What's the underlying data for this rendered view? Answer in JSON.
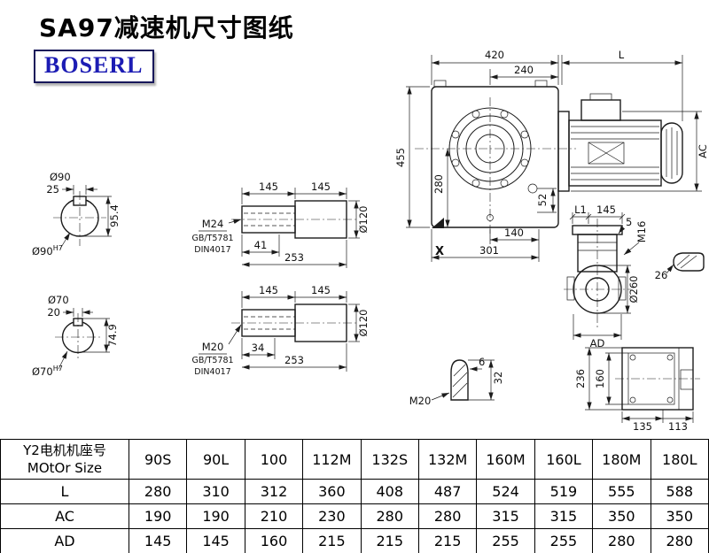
{
  "page": {
    "title": "SA97减速机尺寸图纸",
    "logo": "BOSERL"
  },
  "dims": {
    "main": {
      "w420": "420",
      "L": "L",
      "w240": "240",
      "h455": "455",
      "h280": "280",
      "h52": "52",
      "w140": "140",
      "w301": "301",
      "x": "X",
      "ac": "AC"
    },
    "flange": {
      "l1": "L1",
      "w145": "145",
      "t5": "5",
      "m16": "M16",
      "d260": "Ø260",
      "w26": "26",
      "ad": "AD"
    },
    "rear": {
      "h236": "236",
      "h160": "160",
      "w135": "135",
      "w113": "113"
    },
    "plug": {
      "m20": "M20",
      "r6": "6",
      "h32": "32"
    },
    "sec90": {
      "dia": "Ø90",
      "key": "25",
      "over": "95.4",
      "fit": "Ø90",
      "fit_tol": "H7"
    },
    "sec70": {
      "dia": "Ø70",
      "key": "20",
      "over": "74.9",
      "fit": "Ø70",
      "fit_tol": "H7"
    },
    "shaft1": {
      "l145a": "145",
      "l145b": "145",
      "dia": "Ø120",
      "thread": "M24",
      "std1": "GB/T5781",
      "std2": "DIN4017",
      "depth": "41",
      "total": "253"
    },
    "shaft2": {
      "l145a": "145",
      "l145b": "145",
      "dia": "Ø120",
      "thread": "M20",
      "std1": "GB/T5781",
      "std2": "DIN4017",
      "depth": "34",
      "total": "253"
    }
  },
  "table": {
    "header": {
      "line1": "Y2电机机座号",
      "line2": "MOtOr Size"
    },
    "columns": [
      "90S",
      "90L",
      "100",
      "112M",
      "132S",
      "132M",
      "160M",
      "160L",
      "180M",
      "180L"
    ],
    "rows": [
      {
        "label": "L",
        "values": [
          "280",
          "310",
          "312",
          "360",
          "408",
          "487",
          "524",
          "519",
          "555",
          "588"
        ]
      },
      {
        "label": "AC",
        "values": [
          "190",
          "190",
          "210",
          "230",
          "280",
          "280",
          "315",
          "315",
          "350",
          "350"
        ]
      },
      {
        "label": "AD",
        "values": [
          "145",
          "145",
          "160",
          "215",
          "215",
          "215",
          "255",
          "255",
          "280",
          "280"
        ]
      }
    ]
  }
}
